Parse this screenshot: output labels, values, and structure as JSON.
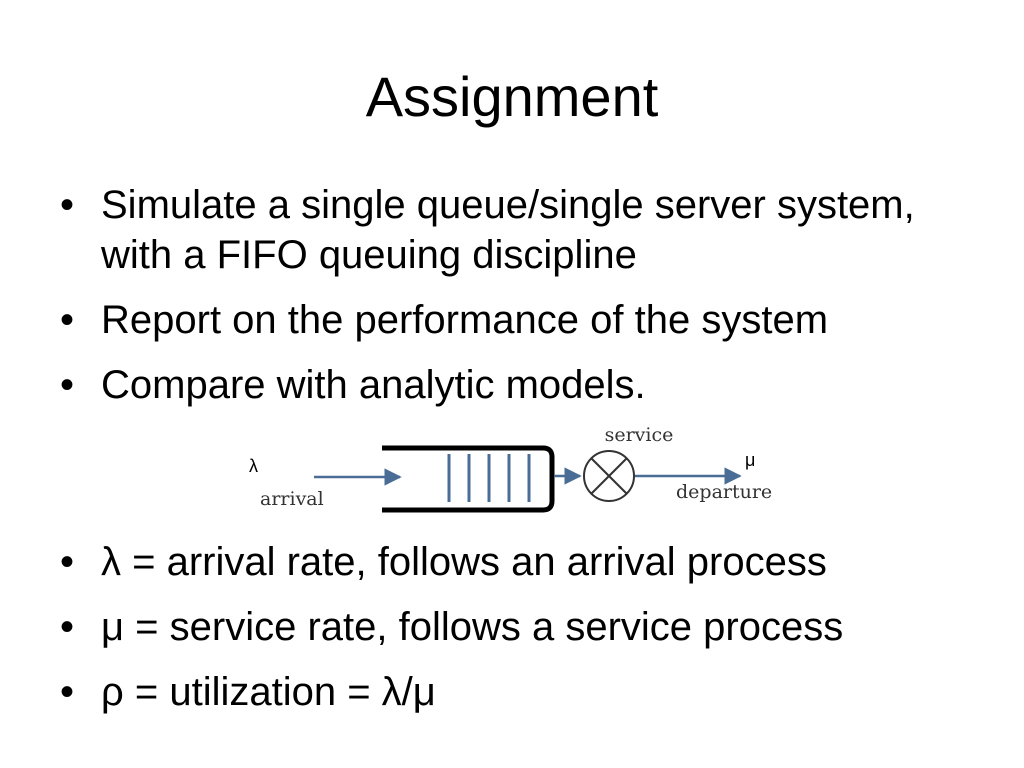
{
  "slide": {
    "title": "Assignment",
    "bullets_top": [
      {
        "marker": "•",
        "text": "Simulate a single queue/single server system, with a FIFO queuing discipline"
      },
      {
        "marker": "•",
        "text": "Report on the performance of the system"
      },
      {
        "marker": "•",
        "text": "Compare with analytic models."
      }
    ],
    "diagram": {
      "lambda_symbol": "λ",
      "mu_symbol": "μ",
      "arrival_label": "arrival",
      "service_label": "service",
      "departure_label": "departure",
      "arrow_color": "#4a6d96",
      "queue_line_color": "#4a6d96"
    },
    "bullets_bottom": [
      {
        "marker": "•",
        "text": "λ = arrival rate, follows an arrival process"
      },
      {
        "marker": "•",
        "text": "μ = service rate, follows a service process"
      },
      {
        "marker": "•",
        "text": "ρ = utilization = λ/μ"
      }
    ]
  }
}
